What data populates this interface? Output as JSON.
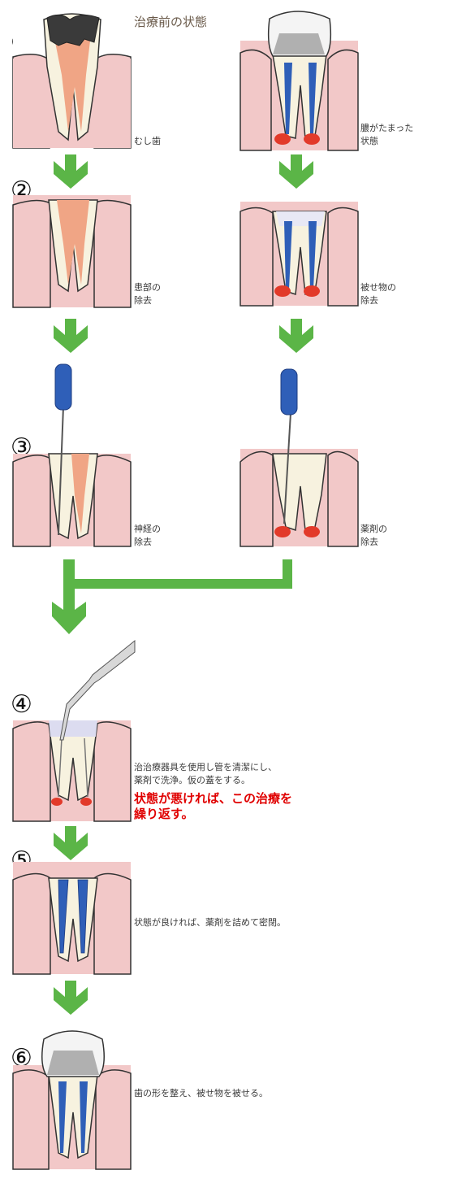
{
  "title": "治療前の状態",
  "steps": [
    {
      "num": "①",
      "left_caption": "むし歯",
      "right_caption": "膿がたまった\n状態"
    },
    {
      "num": "②",
      "left_caption": "患部の\n除去",
      "right_caption": "被せ物の\n除去"
    },
    {
      "num": "③",
      "left_caption": "神経の\n除去",
      "right_caption": "薬剤の\n除去"
    },
    {
      "num": "④",
      "caption": "治治療器具を使用し管を清潔にし、\n薬剤で洗浄。仮の蓋をする。",
      "warning": "状態が悪ければ、この治療を\n繰り返す。"
    },
    {
      "num": "⑤",
      "caption": "状態が良ければ、薬剤を詰めて密閉。"
    },
    {
      "num": "⑥",
      "caption": "歯の形を整え、被せ物を被せる。"
    }
  ],
  "colors": {
    "gum": "#f2c8c8",
    "bone": "#f7f2df",
    "dentin": "#fbf8e8",
    "pulp": "#f0a585",
    "canal": "#2f5fb8",
    "infection": "#e23a2a",
    "crown": "#b0b0b0",
    "arrow": "#5bb547",
    "decay": "#3a3a3a"
  }
}
